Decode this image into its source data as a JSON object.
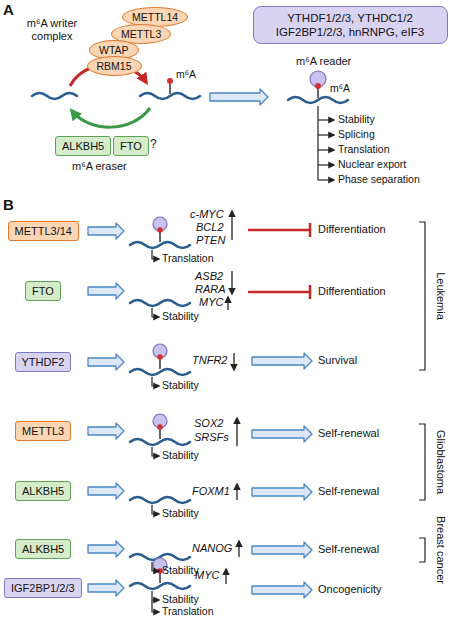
{
  "diagram": {
    "nodes": [
      {
        "text": [
          "METTL14"
        ]
      },
      {
        "text": [
          "METTL3"
        ]
      },
      {
        "text": [
          "WTAP"
        ]
      },
      {
        "text": [
          "RBM15"
        ]
      },
      {
        "text": [
          "YTHDF1/2/3, YTHDC1/2 IGF2BP1/2/3, hnRNPG, eIF3"
        ]
      },
      {
        "text": [
          "ALKBH5"
        ]
      },
      {
        "text": [
          "FTO"
        ]
      },
      {
        "text": [
          "METTL3/14"
        ]
      },
      {
        "text": [
          "FTO"
        ]
      },
      {
        "text": [
          "YTHDF2"
        ]
      },
      {
        "text": [
          "METTL3"
        ]
      },
      {
        "text": [
          "ALKBH5"
        ]
      },
      {
        "text": [
          "ALKBH5"
        ]
      },
      {
        "text": [
          "IGF2BP1/2/3"
        ]
      }
    ],
    "labels": [
      "A",
      "m⁶A writer complex",
      "m⁶A",
      "?",
      "m⁶A eraser",
      "m⁶A",
      "m⁶A reader",
      "Stability",
      "Splicing",
      "Translation",
      "Nuclear export",
      "Phase separation",
      "B",
      "c-MYC",
      "BCL2",
      "PTEN",
      "Translation",
      "Differentiation",
      "ASB2",
      "RARA",
      "MYC",
      "Stability",
      "Differentiation",
      "TNFR2",
      "Stability",
      "Survival",
      "Leukemia",
      "SOX2",
      "SRSFs",
      "Stability",
      "Self-renewal",
      "FOXM1",
      "Stability",
      "Self-renewal",
      "Glioblastoma",
      "NANOG",
      "Stability",
      "Self-renewal",
      "Breast cancer",
      "MYC",
      "Stability",
      "Translation",
      "Oncogenicity"
    ]
  }
}
